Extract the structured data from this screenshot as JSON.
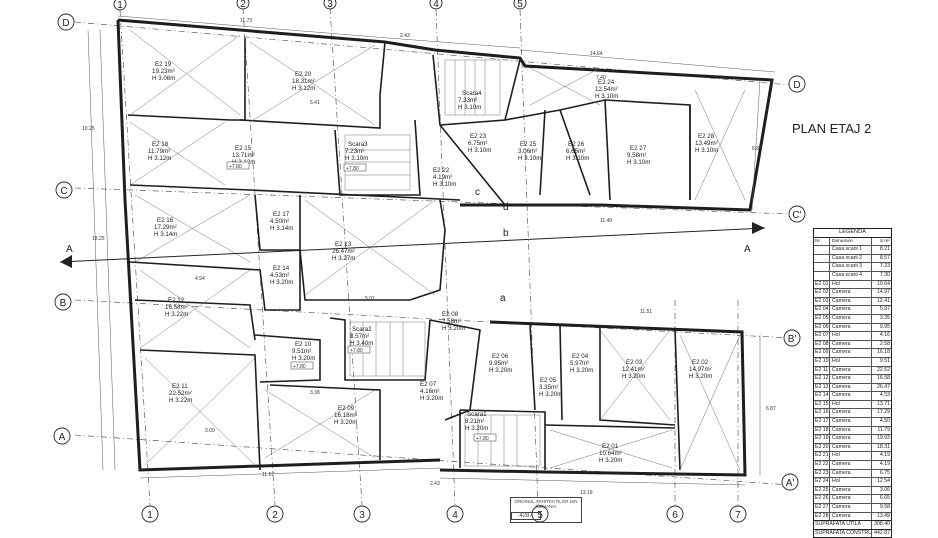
{
  "title": "PLAN ETAJ 2",
  "axes": {
    "columns_top": [
      "1",
      "2",
      "3",
      "4",
      "5"
    ],
    "columns_bottom": [
      "1",
      "2",
      "3",
      "4",
      "5",
      "6",
      "7"
    ],
    "rows_left": [
      "D",
      "C",
      "B",
      "A"
    ],
    "rows_right": [
      "D",
      "C'",
      "B'",
      "A'"
    ],
    "section_marks": [
      "A",
      "A",
      "a",
      "b",
      "c",
      "d"
    ]
  },
  "rooms": [
    {
      "id": "E2 19",
      "area": "19.23m²",
      "height": "H 3.08m"
    },
    {
      "id": "E2 20",
      "area": "18.31m²",
      "height": "H 3.12m"
    },
    {
      "id": "Scara4",
      "area": "7.33m²",
      "height": "H 3.10m"
    },
    {
      "id": "E2 24",
      "area": "12.54m²",
      "height": "H 3.10m"
    },
    {
      "id": "E2 28",
      "area": "13.49m²",
      "height": "H 3.10m"
    },
    {
      "id": "E2 18",
      "area": "11.79m²",
      "height": "H 3.12m"
    },
    {
      "id": "E2 15",
      "area": "13.71m²",
      "height": "H 3.12m"
    },
    {
      "id": "Scara3",
      "area": "7.23m²",
      "height": "H 3.10m"
    },
    {
      "id": "E2 23",
      "area": "6.75m²",
      "height": "H 3.10m"
    },
    {
      "id": "E2 25",
      "area": "3.06m²",
      "height": "H 3.10m"
    },
    {
      "id": "E2 26",
      "area": "6.65m²",
      "height": "H 3.10m"
    },
    {
      "id": "E2 27",
      "area": "9.58m²",
      "height": "H 3.10m"
    },
    {
      "id": "E2 22",
      "area": "4.19m²",
      "height": "H 3.10m"
    },
    {
      "id": "E2 16",
      "area": "17.29m²",
      "height": "H 3.14m"
    },
    {
      "id": "E2 17",
      "area": "4.50m²",
      "height": "H 3.14m"
    },
    {
      "id": "E2 13",
      "area": "26.47m²",
      "height": "H 3.27m"
    },
    {
      "id": "E2 14",
      "area": "4.53m²",
      "height": "H 3.20m"
    },
    {
      "id": "E2 12",
      "area": "16.58m²",
      "height": "H 3.22m"
    },
    {
      "id": "Scara2",
      "area": "8.57m²",
      "height": "H 3.40m"
    },
    {
      "id": "E2 10",
      "area": "9.51m²",
      "height": "H 3.20m"
    },
    {
      "id": "E2 11",
      "area": "22.52m²",
      "height": "H 3.22m"
    },
    {
      "id": "E2 09",
      "area": "16.18m²",
      "height": "H 3.20m"
    },
    {
      "id": "E2 08",
      "area": "2.58m²",
      "height": "H 3.20m"
    },
    {
      "id": "E2 07",
      "area": "4.16m²",
      "height": "H 3.20m"
    },
    {
      "id": "E2 06",
      "area": "9.95m²",
      "height": "H 3.20m"
    },
    {
      "id": "E2 05",
      "area": "3.35m²",
      "height": "H 3.20m"
    },
    {
      "id": "E2 04",
      "area": "5.97m²",
      "height": "H 3.20m"
    },
    {
      "id": "E2 03",
      "area": "12.41m²",
      "height": "H 3.20m"
    },
    {
      "id": "E2 02",
      "area": "14.97m²",
      "height": "H 3.20m"
    },
    {
      "id": "Scara1",
      "area": "8.21m²",
      "height": "H 3.20m"
    },
    {
      "id": "E2 01",
      "area": "10.64m²",
      "height": "H 3.20m"
    }
  ],
  "level_tags": [
    "+7.80",
    "+7.80",
    "+7.80",
    "+7.80",
    "+7.80"
  ],
  "dimensions": [
    "11.73",
    "2.43",
    "14.64",
    "11.51",
    "13.19",
    "11.67",
    "2.43",
    "7.40",
    "11.40",
    "6.87",
    "5.41",
    "6.87",
    "10.25",
    "18.25",
    "4.94",
    "5.01",
    "3.09",
    "3.38"
  ],
  "legend": {
    "title": "LEGENDA",
    "headers": [
      "Nr",
      "Denumire",
      "S m²"
    ],
    "rows": [
      [
        "",
        "Casa scarii 1",
        "8.21"
      ],
      [
        "",
        "Casa scarii 2",
        "8.57"
      ],
      [
        "",
        "Casa scarii 3",
        "7.23"
      ],
      [
        "",
        "Casa scarii 4",
        "7.30"
      ],
      [
        "E2 01",
        "Hol",
        "10.64"
      ],
      [
        "E2 02",
        "Camera",
        "14.97"
      ],
      [
        "E2 03",
        "Camera",
        "12.41"
      ],
      [
        "E2 04",
        "Camera",
        "5.97"
      ],
      [
        "E2 05",
        "Camera",
        "3.35"
      ],
      [
        "E2 06",
        "Camera",
        "9.95"
      ],
      [
        "E2 07",
        "Hol",
        "4.16"
      ],
      [
        "E2 08",
        "Camera",
        "2.58"
      ],
      [
        "E2 09",
        "Camera",
        "16.18"
      ],
      [
        "E2 10",
        "Hol",
        "9.51"
      ],
      [
        "E2 11",
        "Camera",
        "22.52"
      ],
      [
        "E2 12",
        "Camera",
        "16.58"
      ],
      [
        "E2 13",
        "Camera",
        "26.47"
      ],
      [
        "E2 14",
        "Camera",
        "4.53"
      ],
      [
        "E2 15",
        "Hol",
        "13.71"
      ],
      [
        "E2 16",
        "Camera",
        "17.29"
      ],
      [
        "E2 17",
        "Camera",
        "4.50"
      ],
      [
        "E2 18",
        "Camera",
        "11.79"
      ],
      [
        "E2 19",
        "Camera",
        "19.93"
      ],
      [
        "E2 20",
        "Camera",
        "18.31"
      ],
      [
        "E2 21",
        "Hol",
        "4.19"
      ],
      [
        "E2 22",
        "Camera",
        "4.19"
      ],
      [
        "E2 23",
        "Camera",
        "6.75"
      ],
      [
        "E2 24",
        "Hol",
        "12.54"
      ],
      [
        "E2 25",
        "Camera",
        "3.06"
      ],
      [
        "E2 26",
        "Camera",
        "6.65"
      ],
      [
        "E2 27",
        "Camera",
        "9.58"
      ],
      [
        "E2 28",
        "Camera",
        "13.49"
      ]
    ],
    "totals": [
      [
        "SUPRAFATA UTILA",
        "308.40"
      ],
      [
        "SUPRAFATA CONSTRUITA",
        "442.87"
      ]
    ]
  },
  "stamp": {
    "text": "ORDINUL ARHITECTILOR DIN ROMANIA",
    "number": "4287"
  }
}
